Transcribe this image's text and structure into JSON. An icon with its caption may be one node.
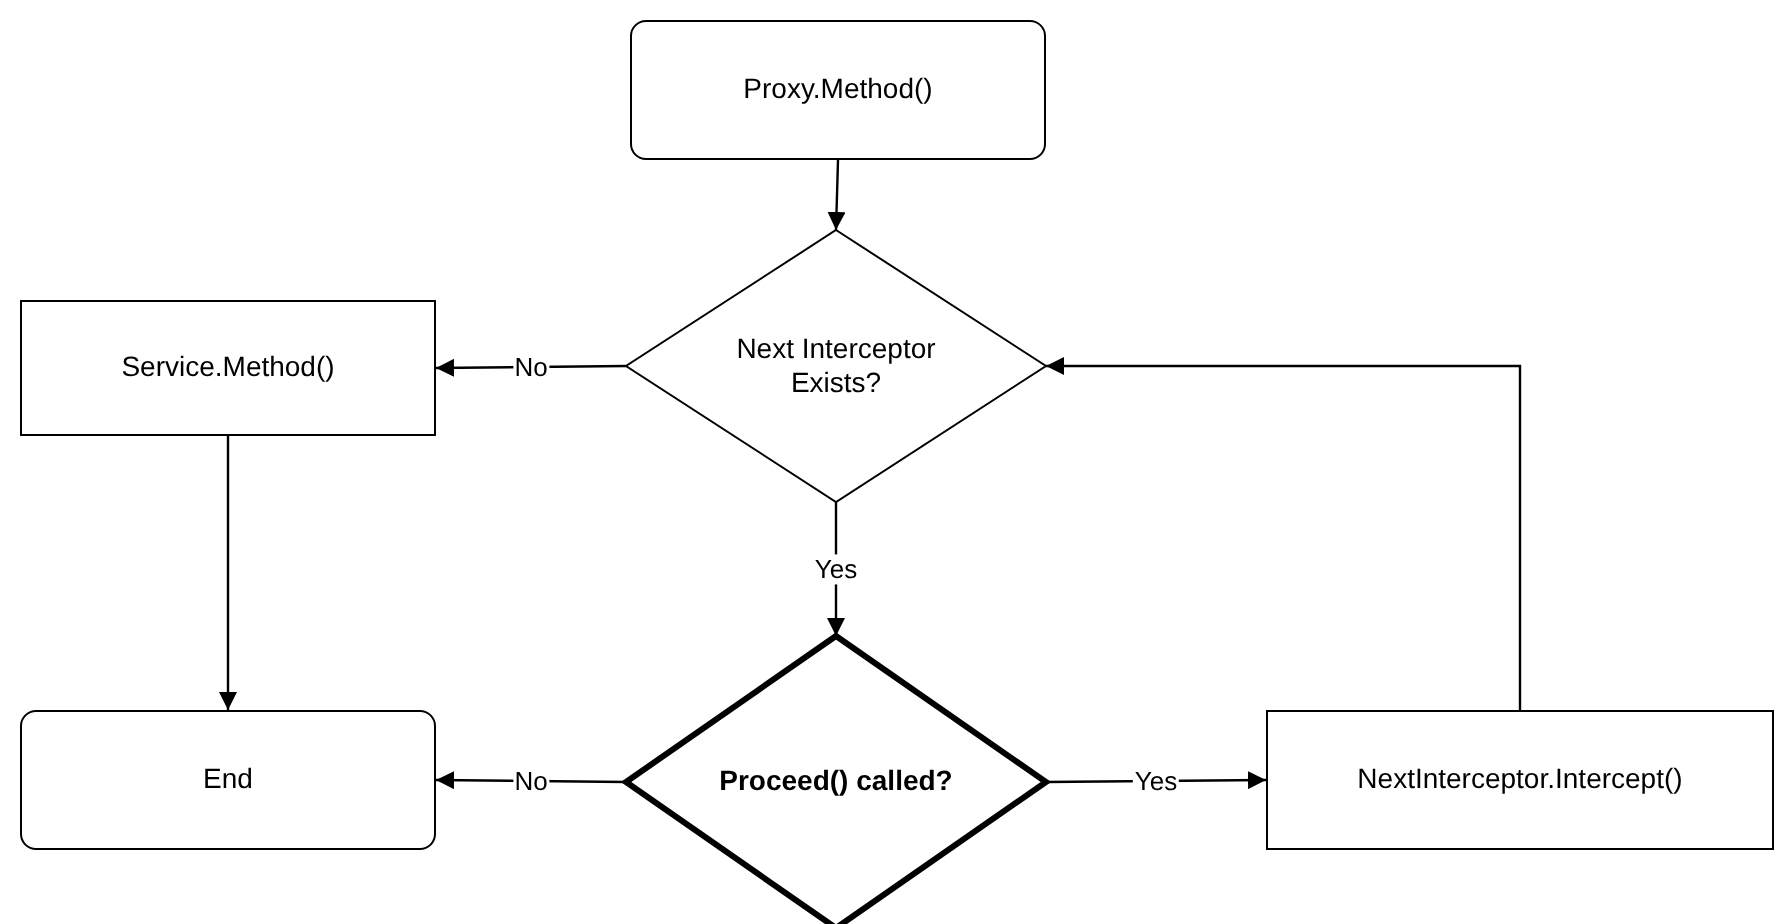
{
  "diagram": {
    "nodes": [
      {
        "text": [
          "Proxy.Method()"
        ]
      },
      {
        "text": [
          "Next Interceptor Exists?"
        ]
      },
      {
        "text": [
          "Service.Method()"
        ]
      },
      {
        "text": [
          "Proceed() called?"
        ]
      },
      {
        "text": [
          "End"
        ]
      },
      {
        "text": [
          "NextInterceptor.Intercept()"
        ]
      }
    ],
    "edges": [
      {
        "from": 0,
        "to": 1,
        "arrow": "to"
      },
      {
        "from": 1,
        "to": 2,
        "arrow": "to",
        "label": "No"
      },
      {
        "from": 1,
        "to": 3,
        "arrow": "to",
        "label": "Yes"
      },
      {
        "from": 3,
        "to": 4,
        "arrow": "to",
        "label": "No"
      },
      {
        "from": 3,
        "to": 5,
        "arrow": "to",
        "label": "Yes"
      },
      {
        "from": 5,
        "to": 1,
        "arrow": "to"
      },
      {
        "from": 2,
        "to": 4,
        "arrow": "to"
      }
    ]
  }
}
